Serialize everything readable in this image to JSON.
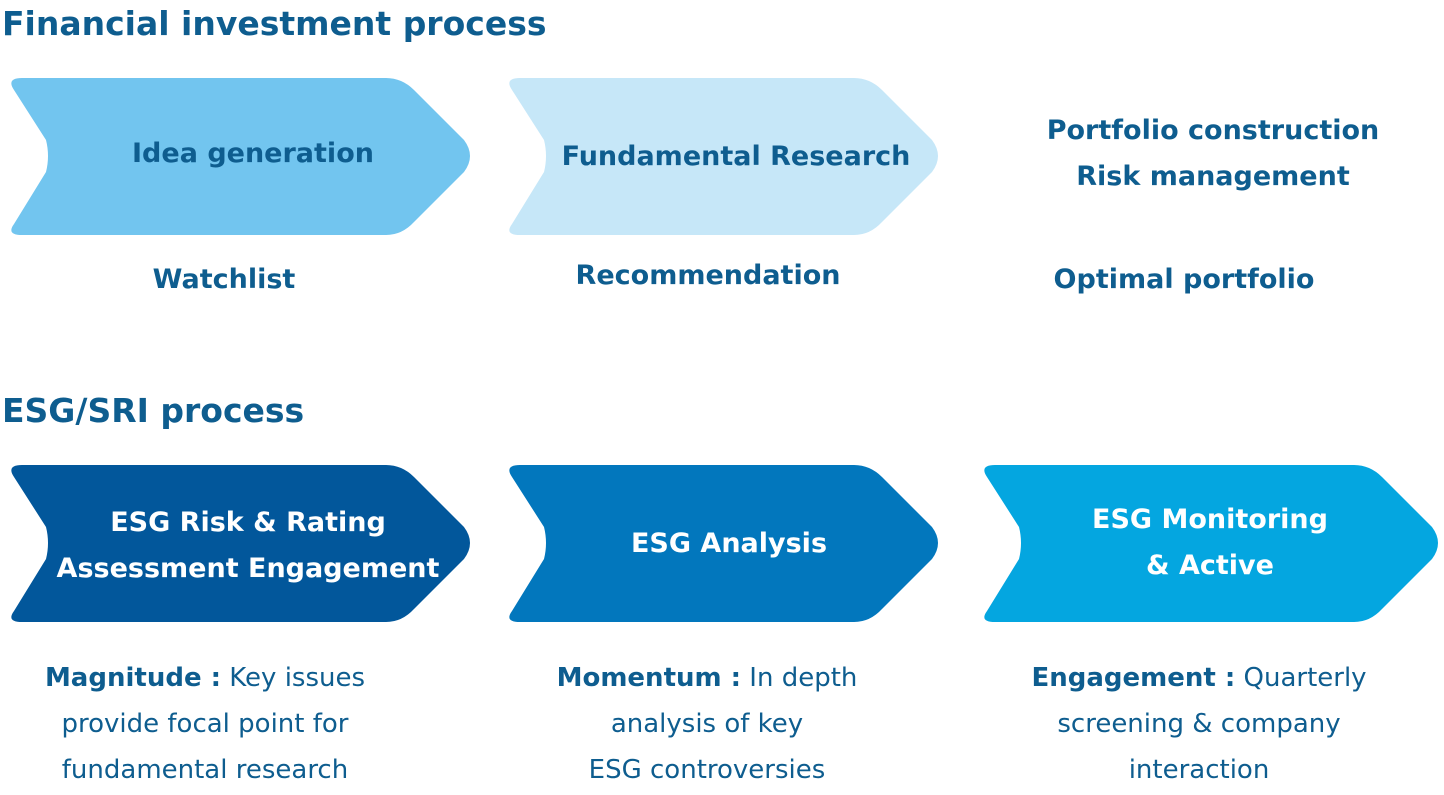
{
  "financial": {
    "title": "Financial investment process",
    "steps": [
      {
        "label": "Idea generation",
        "output": "Watchlist"
      },
      {
        "label": "Fundamental Research",
        "output": "Recommendation"
      },
      {
        "label_lines": [
          "Portfolio construction",
          "Risk management"
        ],
        "output": "Optimal portfolio"
      }
    ]
  },
  "esg": {
    "title": "ESG/SRI process",
    "steps": [
      {
        "label_lines": [
          "ESG Risk & Rating",
          "Assessment Engagement"
        ],
        "keyword": "Magnitude :",
        "desc_first": " Key issues",
        "desc_lines": [
          "provide focal point for",
          "fundamental research"
        ]
      },
      {
        "label": "ESG Analysis",
        "keyword": "Momentum :",
        "desc_first": " In depth",
        "desc_lines": [
          "analysis of key",
          "ESG controversies"
        ]
      },
      {
        "label_lines": [
          "ESG Monitoring",
          "& Active"
        ],
        "keyword": "Engagement :",
        "desc_first": " Quarterly",
        "desc_lines": [
          "screening & company",
          "interaction"
        ]
      }
    ]
  },
  "colors": {
    "title_text": "#0e5d8f",
    "chevron_idea": "#72c5ef",
    "chevron_research": "#c6e7f8",
    "chevron_esg_risk": "#02579b",
    "chevron_esg_analysis": "#0277bd",
    "chevron_esg_monitoring": "#04a6e0"
  }
}
